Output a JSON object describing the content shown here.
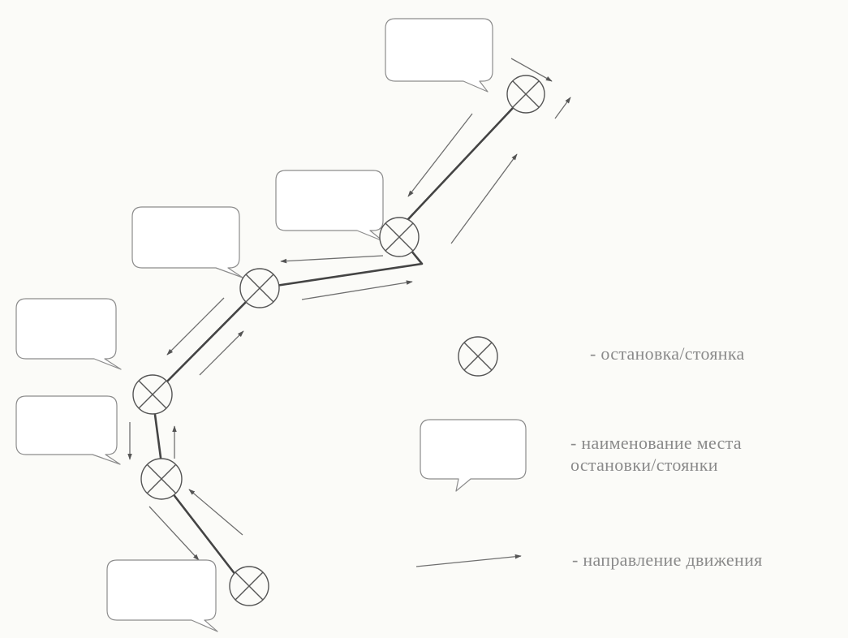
{
  "legend": {
    "stop": "- остановка/стоянка",
    "place_name_line1": "- наименование места",
    "place_name_line2": "остановки/стоянки",
    "direction": "- направление движения"
  },
  "stops": [
    {
      "id": "stop-1"
    },
    {
      "id": "stop-2"
    },
    {
      "id": "stop-3"
    },
    {
      "id": "stop-4"
    },
    {
      "id": "stop-5"
    },
    {
      "id": "stop-6"
    }
  ],
  "colors": {
    "route": "#444444",
    "arrow": "#6a6a6a",
    "outline": "#8c8c8c",
    "text": "#8a8a8a"
  }
}
